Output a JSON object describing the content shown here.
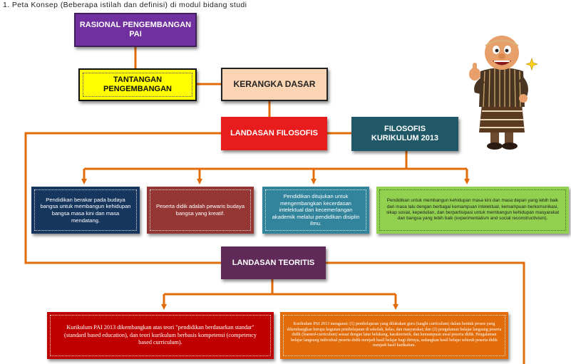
{
  "heading": "1.   Peta  Konsep  (Beberapa  istilah  dan  definisi)  di modul  bidang  studi",
  "boxes": {
    "rasional": "RASIONAL PENGEMBANGAN PAI",
    "tantangan": "TANTANGAN PENGEMBANGAN",
    "kerangka": "KERANGKA DASAR",
    "landasan_filosofis": "LANDASAN FILOSOFIS",
    "filosofis_kurikulum": "FILOSOFIS KURIKULUM 2013",
    "landasan_teoritis": "LANDASAN TEORITIS"
  },
  "filosofis_items": [
    "Pendidikan berakar pada budaya bangsa untuk membangun kehidupan bangsa masa kini dan masa mendatang.",
    "Peserta didik adalah pewaris budaya bangsa yang kreatif.",
    "Pendidikan ditujukan untuk mengembangkan kecerdasan intelektual dan kecemerlangan akademik melalui pendidikan disiplin ilmu.",
    "Pendidikan untuk membangun kehidupan masa kini dan masa depan yang lebih baik dari masa lalu dengan berbagai kemampuan intelektual, kemampuan berkomunikasi, sikap sosial, kepedulian, dan berpartisipasi untuk membangun kehidupan masyarakat dan bangsa yang lebih baik (experimentalism and social reconstructivism)."
  ],
  "teoritis_items": [
    "Kurikulum PAI 2013 dikembangkan atas teori \"pendidikan berdasarkan standar\" (standard based education), dan teori kurikulum berbasis kompetensi (competency based curriculum).",
    "Kurikulum PAI 2013 menganut: (1) pembelajaran yang dilakukan guru (taught curriculum) dalam bentuk proses yang dikembangkan berupa kegiatan pembelajaran di sekolah, kelas, dan masyarakat; dan (2) pengalaman belajar langsung peserta didik (learned-curriculum) sesuai dengan latar belakang, karakteristik, dan kemampuan awal peserta didik. Pengalaman belajar langsung individual peserta didik menjadi hasil belajar bagi dirinya, sedangkan hasil belajar seluruh peserta didik menjadi hasil kurikulum."
  ],
  "colors": {
    "purple": "#7030a0",
    "yellow": "#ffff00",
    "peach": "#fbd4b4",
    "red": "#e81c1c",
    "teal": "#215868",
    "navy": "#17365d",
    "maroon": "#943634",
    "steel": "#31849b",
    "green": "#92d050",
    "plum": "#5f2a57",
    "dark_red": "#c00000",
    "orange": "#e36c0a",
    "connector": "#e36c0a"
  },
  "icons": {
    "mascot": "thumbs-up-cartoon-man"
  }
}
